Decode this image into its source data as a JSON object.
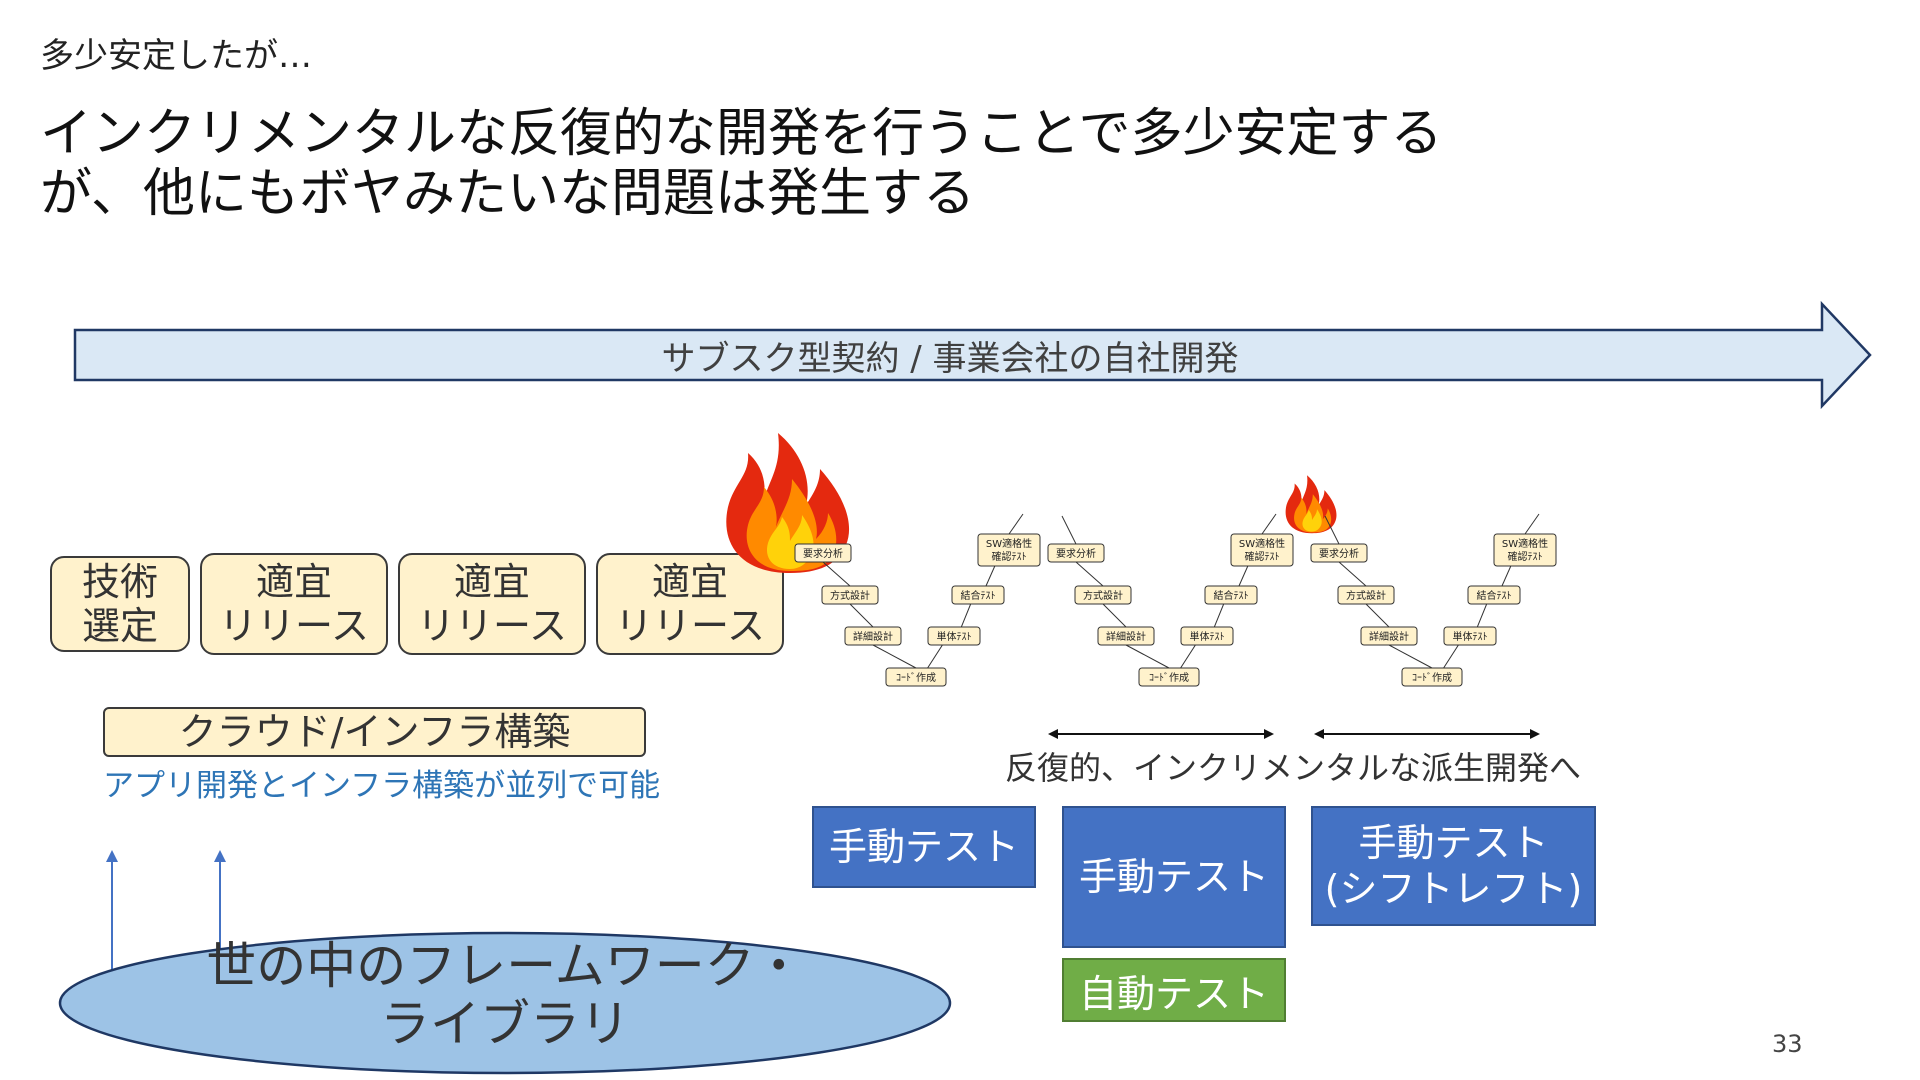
{
  "slide": {
    "subtitle": "多少安定したが…",
    "headline": "インクリメンタルな反復的な開発を行うことで多少安定する\nが、他にもボヤみたいな問題は発生する",
    "page_number": "33"
  },
  "timeline_arrow": {
    "label": "サブスク型契約 / 事業会社の自社開発"
  },
  "process_boxes": [
    {
      "label": "技術\n選定"
    },
    {
      "label": "適宜\nリリース"
    },
    {
      "label": "適宜\nリリース"
    },
    {
      "label": "適宜\nリリース"
    }
  ],
  "cloud_box": {
    "label": "クラウド/インフラ構築"
  },
  "parallel_note": "アプリ開発とインフラ構築が並列で可能",
  "framework_ellipse": {
    "label": "世の中のフレームワーク・\nライブラリ"
  },
  "v_model_labels": {
    "req": "要求分析",
    "arch": "方式設計",
    "detail": "詳細設計",
    "code": "ｺｰﾄﾞ作成",
    "unit": "単体ﾃｽﾄ",
    "integ": "結合ﾃｽﾄ",
    "sw_line1": "SW適格性",
    "sw_line2": "確認ﾃｽﾄ"
  },
  "iteration_note": "反復的、インクリメンタルな派生開発へ",
  "test_boxes": {
    "manual1": "手動テスト",
    "manual2": "手動テスト",
    "auto": "自動テスト",
    "manual3": "手動テスト\n(シフトレフト)"
  },
  "colors": {
    "arrow_fill": "#dae8f5",
    "cream": "#fff2cc",
    "blue": "#4472c4",
    "green": "#70ad47",
    "ellipse": "#9dc3e6",
    "note_blue": "#2e75b6"
  }
}
